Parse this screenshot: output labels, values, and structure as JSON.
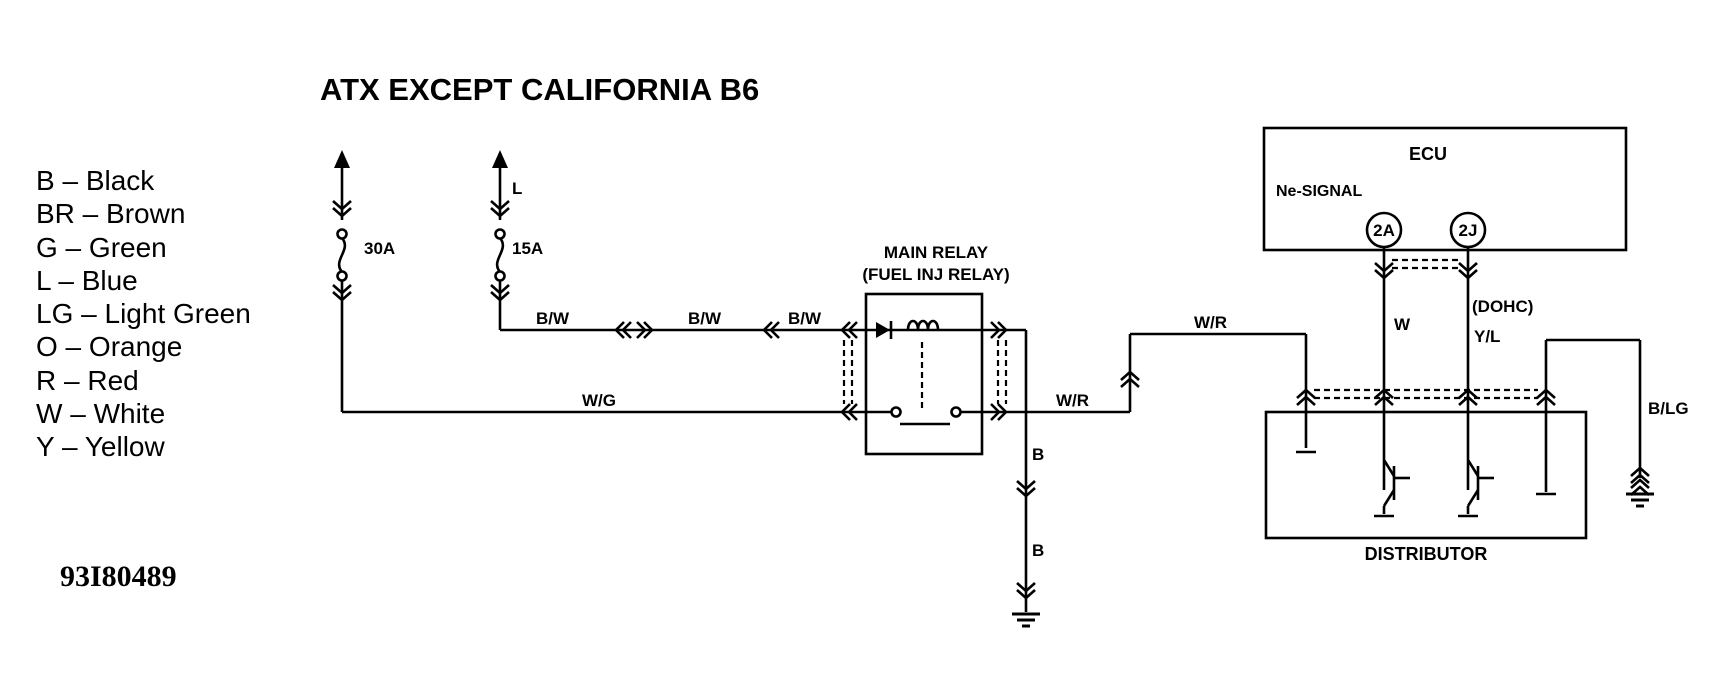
{
  "title": "ATX EXCEPT CALIFORNIA B6",
  "figure_code": "93I80489",
  "legend": [
    {
      "code": "B",
      "color": "Black"
    },
    {
      "code": "BR",
      "color": "Brown"
    },
    {
      "code": "G",
      "color": "Green"
    },
    {
      "code": "L",
      "color": "Blue"
    },
    {
      "code": "LG",
      "color": "Light Green"
    },
    {
      "code": "O",
      "color": "Orange"
    },
    {
      "code": "R",
      "color": "Red"
    },
    {
      "code": "W",
      "color": "White"
    },
    {
      "code": "Y",
      "color": "Yellow"
    }
  ],
  "fuses": {
    "f30": "30A",
    "f15": "15A",
    "l_label": "L"
  },
  "relay": {
    "title1": "MAIN RELAY",
    "title2": "(FUEL INJ RELAY)"
  },
  "wires": {
    "bw1": "B/W",
    "bw2": "B/W",
    "bw3": "B/W",
    "wg": "W/G",
    "wr1": "W/R",
    "wr2": "W/R",
    "b1": "B",
    "b2": "B",
    "w": "W",
    "dohc": "(DOHC)",
    "yl": "Y/L",
    "blg": "B/LG"
  },
  "ecu": {
    "label": "ECU",
    "signal": "Ne-SIGNAL",
    "pin_2a": "2A",
    "pin_2j": "2J"
  },
  "distributor": {
    "label": "DISTRIBUTOR"
  }
}
